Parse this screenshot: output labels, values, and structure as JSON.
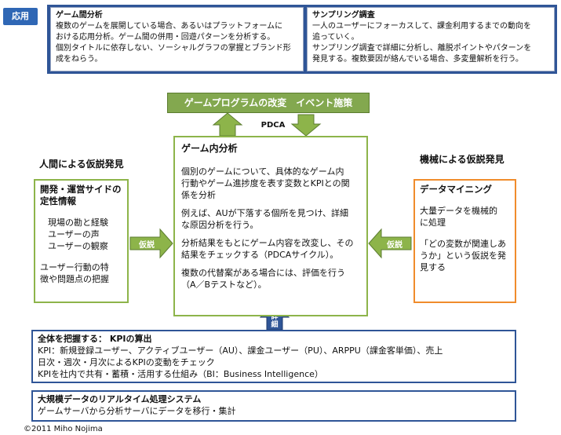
{
  "top": {
    "tag": "応用",
    "game": {
      "title": "ゲーム間分析",
      "body": "複数のゲームを展開している場合、あるいはプラットフォームに\nおける応用分析。ゲーム間の併用・回遊パターンを分析する。\n個別タイトルに依存しない、ソーシャルグラフの掌握とブランド形\n成をねらう。"
    },
    "sampling": {
      "title": "サンプリング調査",
      "body": "一人のユーザーにフォーカスして、課金利用するまでの動向を\n追っていく。\nサンプリング調査で詳細に分析し、離脱ポイントやパターンを\n発見する。複数要因が絡んでいる場合、多変量解析を行う。"
    }
  },
  "program_box": "ゲームプログラムの改変　イベント施策",
  "pdca_label": "PDCA",
  "center": {
    "title": "ゲーム内分析",
    "paragraphs": [
      "個別のゲームについて、具体的なゲーム内\n行動やゲーム進捗度を表す変数とKPIとの関\n係を分析",
      "例えば、AUが下落する個所を見つけ、詳細\nな原因分析を行う。",
      "分析結果をもとにゲーム内容を改変し、その\n結果をチェックする（PDCAサイクル）。",
      "複数の代替案がある場合には、評価を行う\n（A／Bテストなど）。"
    ]
  },
  "human": {
    "heading": "人間による仮説発見",
    "title": "開発・運営サイドの\n定性情報",
    "items": "現場の勘と経験\nユーザーの声\nユーザーの観察",
    "note": "ユーザー行動の特\n徴や問題点の把握"
  },
  "machine": {
    "heading": "機械による仮説発見",
    "title": "データマイニング",
    "p1": "大量データを機械的\nに処理",
    "p2": "「どの変数が関連しあ\nうか」という仮説を発\n見する"
  },
  "arrows": {
    "hypothesis_left": "仮説",
    "hypothesis_right": "仮説",
    "detail": "詳細"
  },
  "kpi": {
    "title": "全体を把握する： KPIの算出",
    "lines": "KPI：新規登録ユーザー、アクティブユーザー（AU）、課金ユーザー（PU）、ARPPU（課金客単価）、売上\n日次・週次・月次によるKPIの変動をチェック\nKPIを社内で共有・蓄積・活用する仕組み（BI：Business Intelligence）"
  },
  "realtime": {
    "title": "大規模データのリアルタイム処理システム",
    "line": "ゲームサーバから分析サーバにデータを移行・集計"
  },
  "copyright": "©2011  Miho Nojima",
  "colors": {
    "blue": "#2f5597",
    "green": "#8db44a",
    "orange": "#f08c2c"
  }
}
